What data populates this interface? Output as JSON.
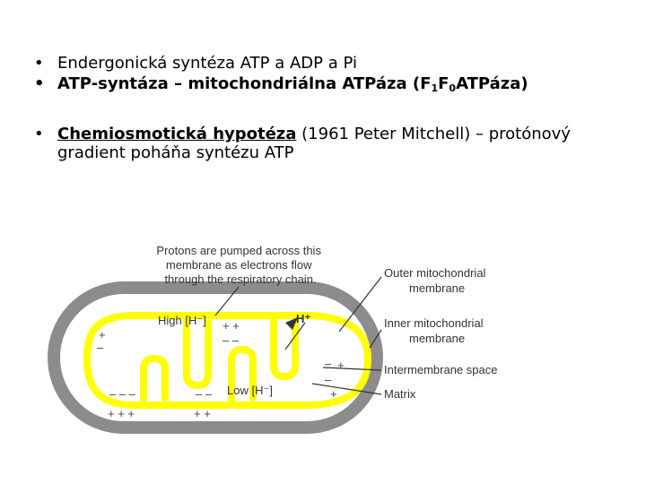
{
  "bullets": [
    {
      "bullet": "•",
      "text": "Endergonická syntéza ATP a ADP a Pi"
    },
    {
      "bullet": "•",
      "prefix": "ATP-syntáza – mitochondriálna ATPáza (F",
      "sub1": "1",
      "mid": "F",
      "sub2": "0",
      "suffix": "ATPáza)"
    },
    {
      "bullet": "•",
      "strong": "Chemiosmotická hypotéza",
      "rest": " (1961 Peter Mitchell) – protónový gradient poháňa syntézu ATP"
    }
  ],
  "diagram": {
    "caption_lines": [
      "Protons are pumped across this",
      "membrane as electrons flow",
      "through the respiratory chain."
    ],
    "labels": {
      "outer_membrane": [
        "Outer mitochondrial",
        "membrane"
      ],
      "inner_membrane": [
        "Inner mitochondrial",
        "membrane"
      ],
      "intermembrane": "Intermembrane space",
      "matrix": "Matrix"
    },
    "high_label": "High [H⁻]",
    "low_label": "Low [H⁻]",
    "h_plus": "H⁺",
    "colors": {
      "membrane": "#ffff00",
      "outer_ring": "#8c8c8c",
      "arrow": "#333333"
    }
  }
}
